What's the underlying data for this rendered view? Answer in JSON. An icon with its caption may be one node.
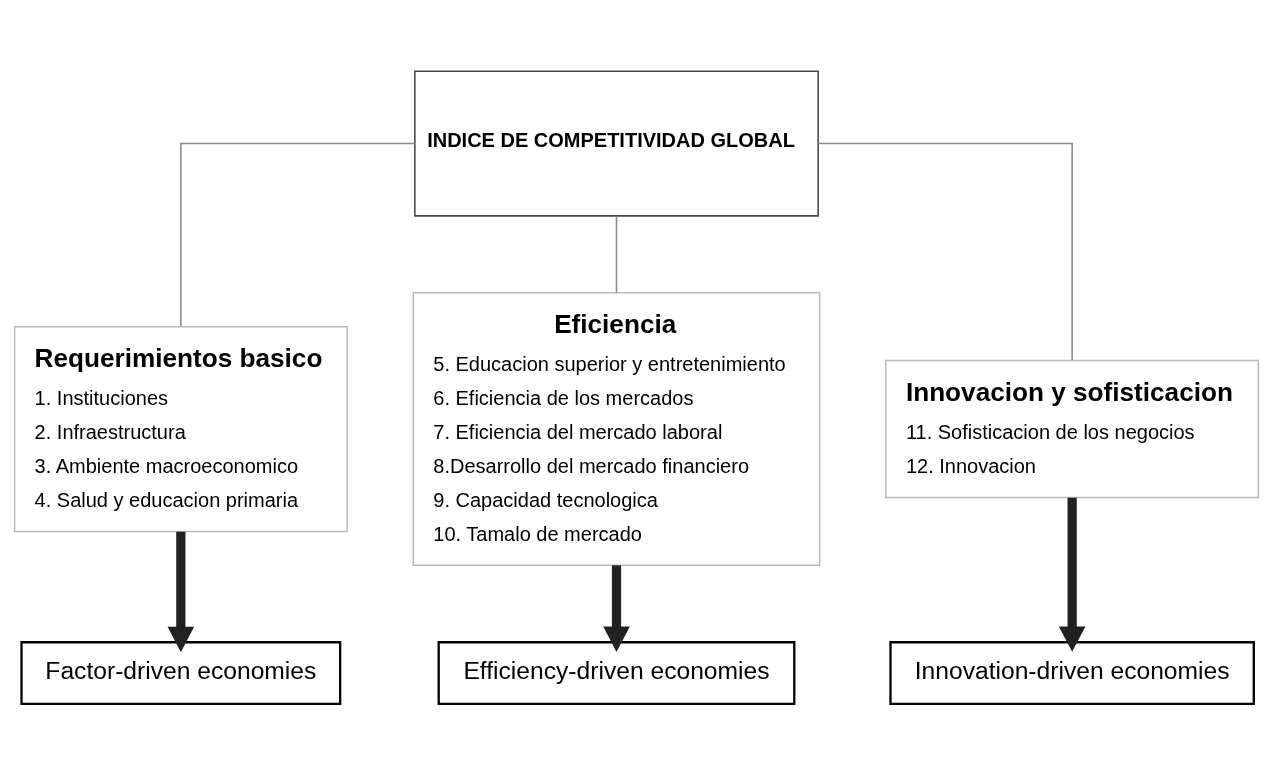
{
  "diagram": {
    "nodes": [
      {
        "text": [
          "INDICE DE COMPETITIVIDAD GLOBAL"
        ]
      },
      {
        "text": [
          "Requerimientos basico",
          "1. Instituciones",
          "2. Infraestructura",
          "3. Ambiente macroeconomico",
          "4. Salud y educacion primaria"
        ]
      },
      {
        "text": [
          "Eficiencia",
          "5. Educacion superior y entretenimiento",
          "6. Eficiencia de los mercados",
          "7. Eficiencia del mercado laboral",
          "8.Desarrollo del mercado financiero",
          "9. Capacidad tecnologica",
          "10. Tamalo de mercado"
        ]
      },
      {
        "text": [
          "Innovacion y sofisticacion",
          "11. Sofisticacion de los negocios",
          "12. Innovacion"
        ]
      },
      {
        "text": [
          "Factor-driven economies"
        ]
      },
      {
        "text": [
          "Efficiency-driven economies"
        ]
      },
      {
        "text": [
          "Innovation-driven economies"
        ]
      }
    ],
    "edges": [
      {
        "from": 0,
        "to": 1,
        "arrow": "none"
      },
      {
        "from": 0,
        "to": 2,
        "arrow": "none"
      },
      {
        "from": 0,
        "to": 3,
        "arrow": "none"
      },
      {
        "from": 1,
        "to": 4,
        "arrow": "to",
        "style": "thick",
        "color": "#222222"
      },
      {
        "from": 2,
        "to": 5,
        "arrow": "to",
        "style": "thick",
        "color": "#222222"
      },
      {
        "from": 3,
        "to": 6,
        "arrow": "to",
        "style": "thick",
        "color": "#222222"
      }
    ]
  }
}
